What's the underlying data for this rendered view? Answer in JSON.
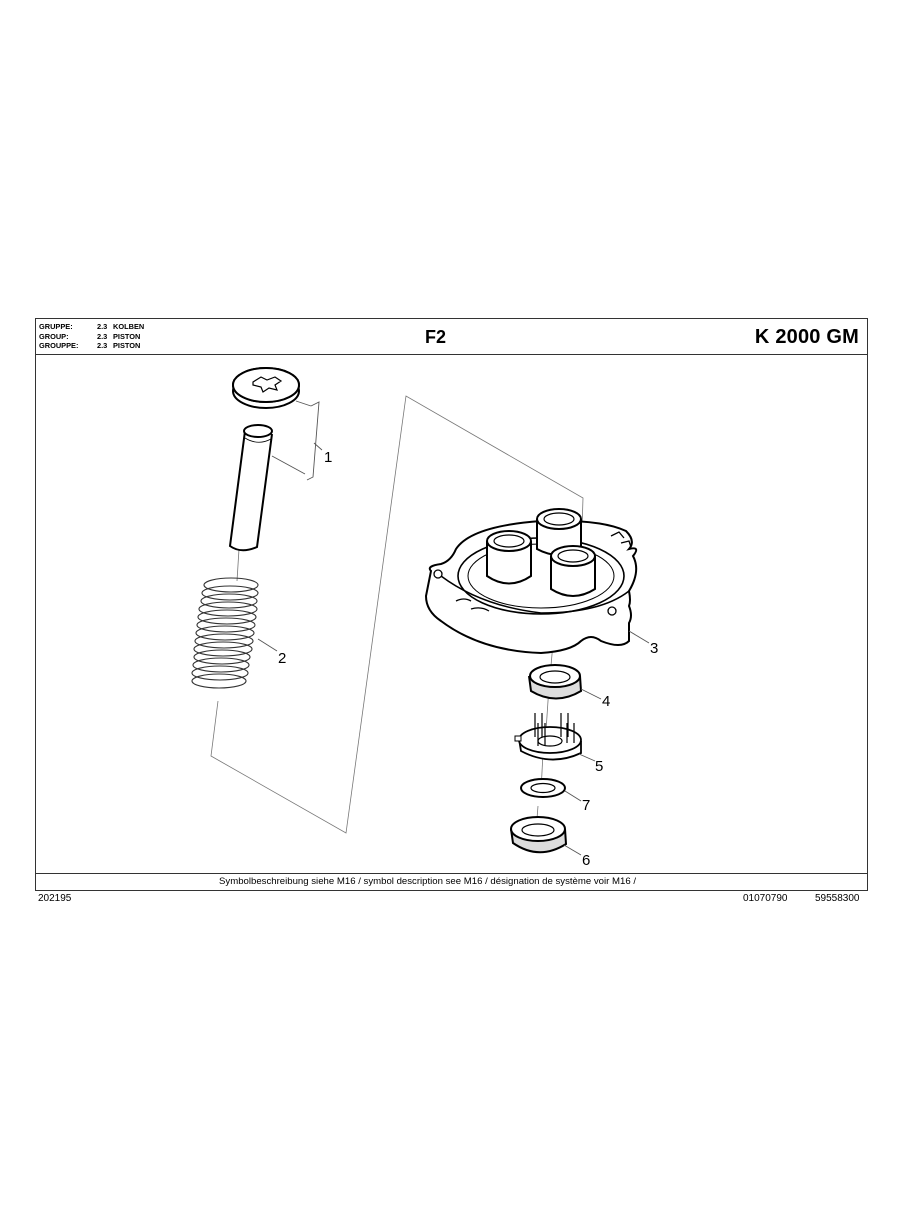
{
  "header": {
    "group_lines": [
      {
        "key": "GRUPPE:",
        "num": "2.3",
        "name": "KOLBEN"
      },
      {
        "key": "GROUP:",
        "num": "2.3",
        "name": "PISTON"
      },
      {
        "key": "GROUPPE:",
        "num": "2.3",
        "name": "PISTON"
      }
    ],
    "figure_code": "F2",
    "model": "K 2000 GM"
  },
  "drawing": {
    "parts": [
      {
        "callout": "1",
        "description": "retaining washer + piston pin"
      },
      {
        "callout": "2",
        "description": "spring"
      },
      {
        "callout": "3",
        "description": "piston housing / plate"
      },
      {
        "callout": "4",
        "description": "seal ring"
      },
      {
        "callout": "5",
        "description": "pin holder"
      },
      {
        "callout": "7",
        "description": "washer"
      },
      {
        "callout": "6",
        "description": "seal ring"
      }
    ],
    "callouts": {
      "c1": "1",
      "c2": "2",
      "c3": "3",
      "c4": "4",
      "c5": "5",
      "c6": "6",
      "c7": "7"
    }
  },
  "footer": {
    "note": "Symbolbeschreibung siehe M16 / symbol description see M16 / désignation de système voir M16 /"
  },
  "bottom": {
    "doc_number": "202195",
    "ref_1": "01070790",
    "ref_2": "59558300"
  }
}
